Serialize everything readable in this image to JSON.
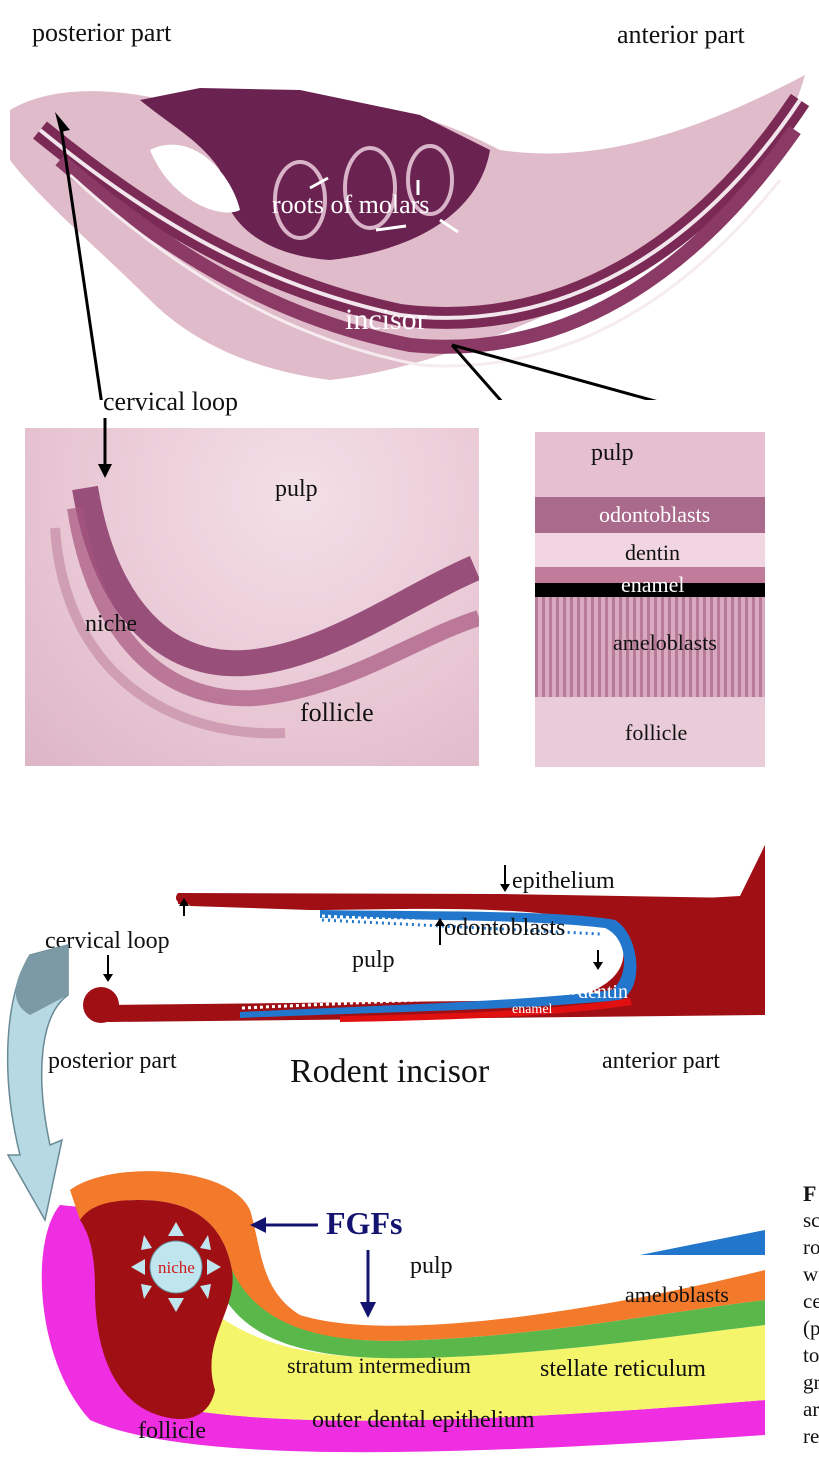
{
  "top_section": {
    "label_posterior": "posterior part",
    "label_anterior": "anterior part",
    "label_roots": "roots of molars",
    "label_incisor": "incisor",
    "label_cervical_loop": "cervical loop"
  },
  "left_panel": {
    "pulp": "pulp",
    "niche": "niche",
    "follicle": "follicle"
  },
  "right_panel": {
    "pulp": "pulp",
    "odontoblasts": "odontoblasts",
    "dentin": "dentin",
    "enamel": "enamel",
    "ameloblasts": "ameloblasts",
    "follicle": "follicle"
  },
  "schematic": {
    "epithelium": "epithelium",
    "cervical_loop": "cervical loop",
    "pulp": "pulp",
    "odontoblasts": "odontoblasts",
    "dentin": "dentin",
    "enamel": "enamel",
    "posterior": "posterior part",
    "title": "Rodent incisor",
    "anterior": "anterior part"
  },
  "detail": {
    "fgfs": "FGFs",
    "pulp": "pulp",
    "niche": "niche",
    "ameloblasts": "ameloblasts",
    "stratum": "stratum intermedium",
    "stellate": "stellate reticulum",
    "outer": "outer dental epithelium",
    "follicle": "follicle"
  },
  "caption_fragments": [
    "F",
    "sc",
    "ro",
    "w",
    "ce",
    "(p",
    "to",
    "gr",
    "ar",
    "re"
  ],
  "colors": {
    "tissue_dark": "#7a2a55",
    "tissue_mid": "#a86b8a",
    "tissue_light": "#e8c8d4",
    "epithelium_red": "#a00f14",
    "dentin_blue": "#2277cc",
    "enamel_red": "#e01010",
    "ameloblast_orange": "#f27a2a",
    "stratum_green": "#5ab84a",
    "stellate_yellow": "#f4f56a",
    "outer_magenta": "#ee2ee0",
    "arrow_navy": "#141470",
    "niche_fill": "#bfe6ee"
  }
}
